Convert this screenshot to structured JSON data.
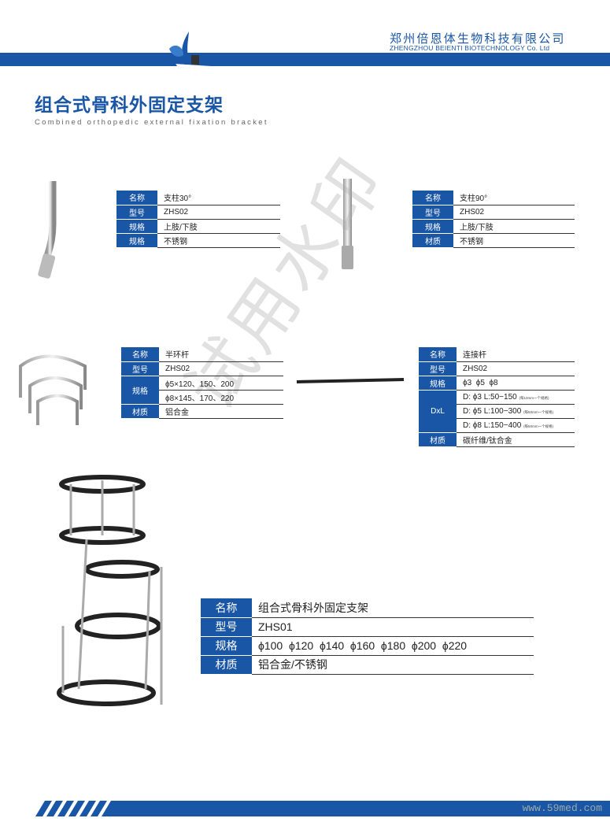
{
  "header": {
    "company_cn": "郑州倍恩体生物科技有限公司",
    "company_en": "ZHENGZHOU BEIENTI BIOTECHNOLOGY Co. Ltd",
    "brand_color": "#1a56a6"
  },
  "page": {
    "title": "组合式骨科外固定支架",
    "subtitle": "Combined orthopedic external fixation bracket"
  },
  "watermark": "试用水印",
  "products": [
    {
      "rows": [
        {
          "label": "名称",
          "values": [
            "支柱30°"
          ]
        },
        {
          "label": "型号",
          "values": [
            "ZHS02"
          ]
        },
        {
          "label": "规格",
          "values": [
            "上肢/下肢"
          ]
        },
        {
          "label": "规格",
          "values": [
            "不锈钢"
          ]
        }
      ]
    },
    {
      "rows": [
        {
          "label": "名称",
          "values": [
            "支柱90°"
          ]
        },
        {
          "label": "型号",
          "values": [
            "ZHS02"
          ]
        },
        {
          "label": "规格",
          "values": [
            "上肢/下肢"
          ]
        },
        {
          "label": "材质",
          "values": [
            "不锈钢"
          ]
        }
      ]
    },
    {
      "rows": [
        {
          "label": "名称",
          "values": [
            "半环杆"
          ]
        },
        {
          "label": "型号",
          "values": [
            "ZHS02"
          ]
        },
        {
          "label": "规格",
          "values": [
            "ϕ5×120、150、200",
            "ϕ8×145、170、220"
          ]
        },
        {
          "label": "材质",
          "values": [
            "铝合金"
          ]
        }
      ]
    },
    {
      "rows": [
        {
          "label": "名称",
          "values": [
            "连接杆"
          ]
        },
        {
          "label": "型号",
          "values": [
            "ZHS02"
          ]
        },
        {
          "label": "规格",
          "values": [
            "ϕ3  ϕ5  ϕ8"
          ]
        },
        {
          "label": "DxL",
          "values": [
            "D: ϕ3 L:50−150",
            "D: ϕ5 L:100−300",
            "D: ϕ8 L:150−400"
          ],
          "notes": [
            "(每10mm一个规格)",
            "(每50mm一个规格)",
            "(每50mm一个规格)"
          ]
        },
        {
          "label": "材质",
          "values": [
            "碳纤维/钛合金"
          ]
        }
      ]
    },
    {
      "rows": [
        {
          "label": "名称",
          "values": [
            "组合式骨科外固定支架"
          ]
        },
        {
          "label": "型号",
          "values": [
            "ZHS01"
          ]
        },
        {
          "label": "规格",
          "values": [
            "ϕ100  ϕ120  ϕ140  ϕ160  ϕ180  ϕ200  ϕ220"
          ]
        },
        {
          "label": "材质",
          "values": [
            "铝合金/不锈钢"
          ]
        }
      ]
    }
  ],
  "footer": {
    "url": "www.59med.com"
  }
}
